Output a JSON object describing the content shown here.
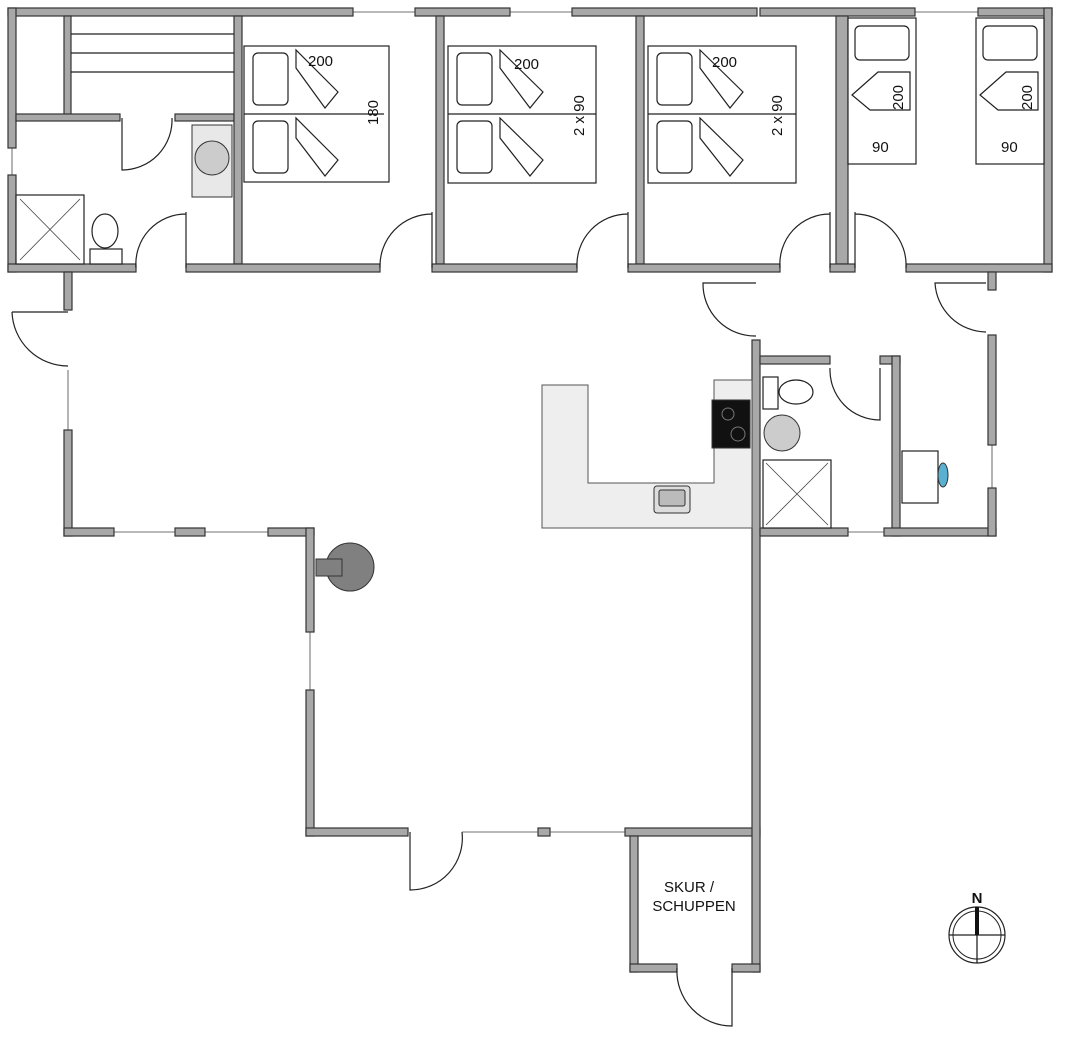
{
  "plan": {
    "bedroom1": {
      "bed_length": "200",
      "bed_width": "180"
    },
    "bedroom2": {
      "bed_length": "200",
      "bed_width": "2 x 90"
    },
    "bedroom3": {
      "bed_length": "200",
      "bed_width": "2 x 90"
    },
    "bedroom4": {
      "bed1_length": "200",
      "bed1_width": "90",
      "bed2_length": "200",
      "bed2_width": "90"
    },
    "shed_label_line1": "SKUR /",
    "shed_label_line2": "SCHUPPEN",
    "compass_label": "N"
  },
  "colors": {
    "wall": "#a8a8a8",
    "counter": "#eeeeee",
    "fireplace": "#808080"
  }
}
